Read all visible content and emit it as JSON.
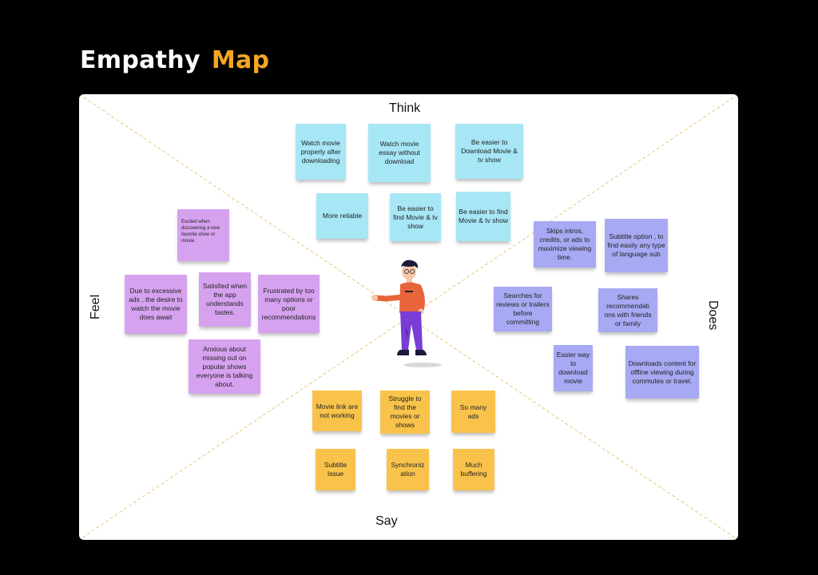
{
  "title": {
    "word1": "Empathy",
    "word2": "Map"
  },
  "quadrants": {
    "think": "Think",
    "feel": "Feel",
    "does": "Does",
    "say": "Say"
  },
  "colors": {
    "think": "#a6e6f5",
    "feel": "#d6a2ef",
    "does": "#a7a9f3",
    "say": "#f9c34b",
    "accent": "#f6a623",
    "divider": "#e8c77a"
  },
  "illustration": "person-presenting-illustration",
  "think": [
    "Watch  movie properly after downloading",
    "Watch  movie essay without download",
    "Be easier to Download Movie & tv show",
    "More reliable",
    "Be easier to find Movie & tv show",
    "Be easier to find Movie & tv show"
  ],
  "feel": [
    "Excited when discovering a new favorite show or movie.",
    "Due to excessive ads , the desire to watch the movie does await",
    "Satisfied when the app understands tastes.",
    "Frustrated by too many options or poor recommendations",
    "Anxious about missing out on popular shows everyone is talking about."
  ],
  "does": [
    "Skips intros, credits, or ads to maximize viewing time.",
    "Subtitle option , to find easily any type of language sub",
    "Searches for reviews or trailers before committing",
    "Shares recommendati ons with friends or family",
    "Easier way to download movie",
    "Downloads content for offline viewing during commutes or travel."
  ],
  "say": [
    "Movie link are not working",
    "Struggle to find the movies or shows",
    "So many ads",
    "Subtitle Issue",
    "Synchroniz ation",
    "Much buffering"
  ]
}
